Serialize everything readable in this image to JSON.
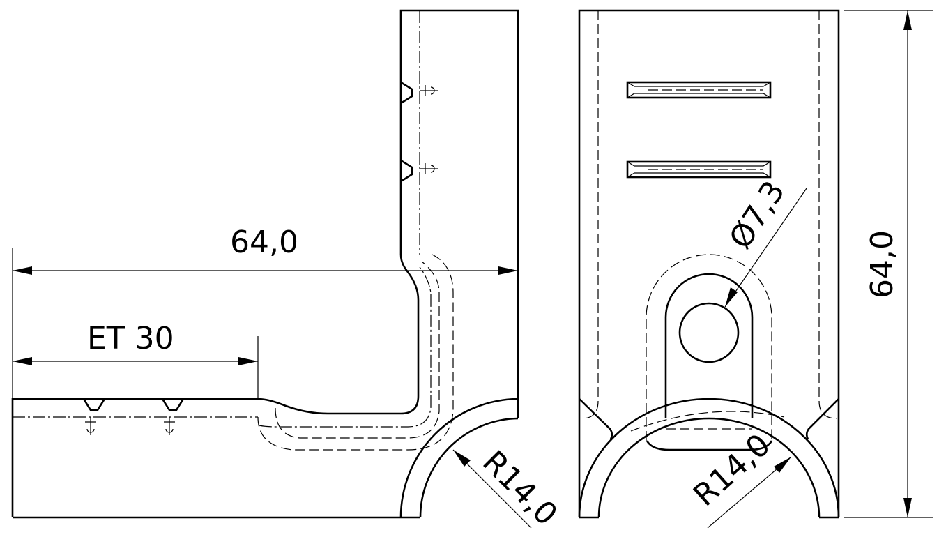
{
  "drawing": {
    "dimensions": {
      "left_width": "64,0",
      "left_et": "ET 30",
      "left_radius": "R14,0",
      "right_height": "64,0",
      "right_diameter": "Ø7,3",
      "right_radius": "R14,0"
    }
  }
}
